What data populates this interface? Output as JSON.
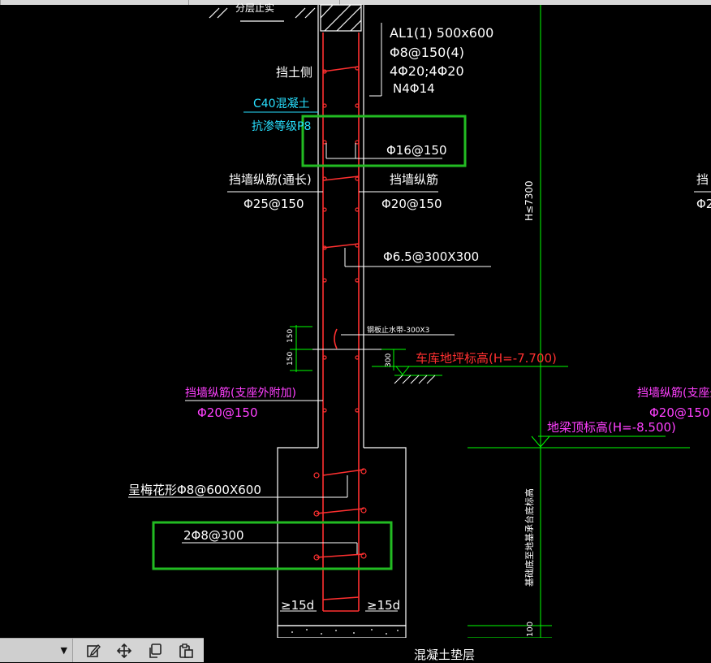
{
  "window": {
    "tabs": [
      "",
      "",
      ""
    ]
  },
  "drawing": {
    "top_text": "分层止实",
    "beam_label": "AL1(1) 500x600",
    "beam_stirrup": "Φ8@150(4)",
    "beam_main_bars": "4Φ20;4Φ20",
    "beam_side_bars": "N4Φ14",
    "earth_side": "挡土侧",
    "concrete_grade": "C40混凝土",
    "impermeability": "抗渗等级P8",
    "hook_rebar": "Φ16@150",
    "wall_rebar_left_title": "挡墙纵筋(通长)",
    "wall_rebar_left_value": "Φ25@150",
    "wall_rebar_right_title": "挡墙纵筋",
    "wall_rebar_right_value": "Φ20@150",
    "tie_rebar": "Φ6.5@300X300",
    "water_stop": "钢板止水带-300X3",
    "dim_150_a": "150",
    "dim_150_b": "150",
    "dim_300": "300",
    "garage_floor_elev": "车库地坪标高(H=-7.700)",
    "wall_rebar_support_title": "挡墙纵筋(支座外附加)",
    "wall_rebar_support_value": "Φ20@150",
    "wall_rebar_support_title_right": "挡墙纵筋(支座外附",
    "wall_rebar_support_value_right": "Φ20@150",
    "ground_beam_elev": "地梁顶标高(H=-8.500)",
    "plum_blossom_rebar": "呈梅花形Φ8@600X600",
    "bottom_rebar": "2Φ8@300",
    "anchor_left": "≥15d",
    "anchor_right": "≥15d",
    "cushion": "混凝土垫层",
    "height_dim": "H≤7300",
    "height_note": "基础底至地基承台底标高",
    "dim_100": "100",
    "right_partial_top": "挡",
    "right_partial_value": "Φ2"
  },
  "toolbar": {
    "layer_value": "",
    "icons": [
      "edit-icon",
      "move-icon",
      "copy-icon",
      "paste-icon"
    ]
  },
  "colors": {
    "background": "#000000",
    "wall_outline": "#ffffff",
    "rebar": "#ff3030",
    "dimension": "#00ff00",
    "highlight_box": "#22bb22",
    "cyan_text": "#28e0ff",
    "magenta_text": "#ff40ff"
  }
}
